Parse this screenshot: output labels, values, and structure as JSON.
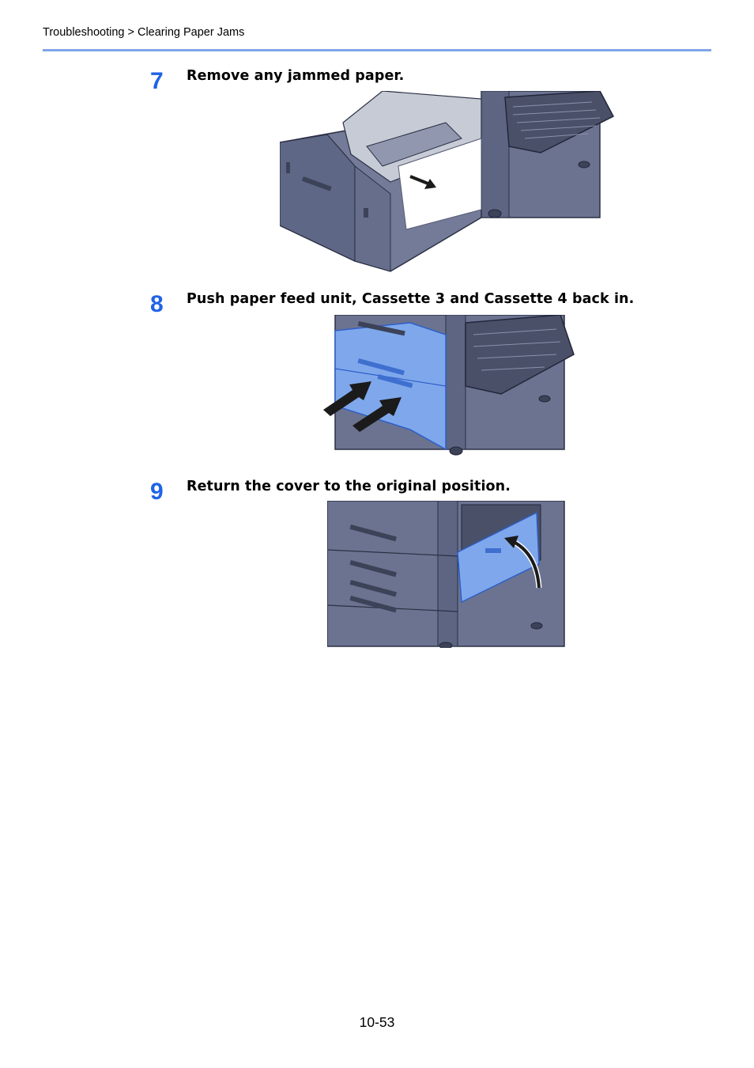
{
  "header": {
    "breadcrumb": "Troubleshooting > Clearing Paper Jams"
  },
  "steps": [
    {
      "number": "7",
      "text": "Remove any jammed paper."
    },
    {
      "number": "8",
      "text": "Push paper feed unit, Cassette 3 and Cassette 4 back in."
    },
    {
      "number": "9",
      "text": "Return the cover to the original position."
    }
  ],
  "footer": {
    "page_number": "10-53"
  },
  "colors": {
    "accent": "#1f63e6",
    "rule": "#7fa4e8",
    "machine_body": "#6b7390",
    "machine_dark": "#3c4258",
    "highlight": "#7fa8ec"
  }
}
